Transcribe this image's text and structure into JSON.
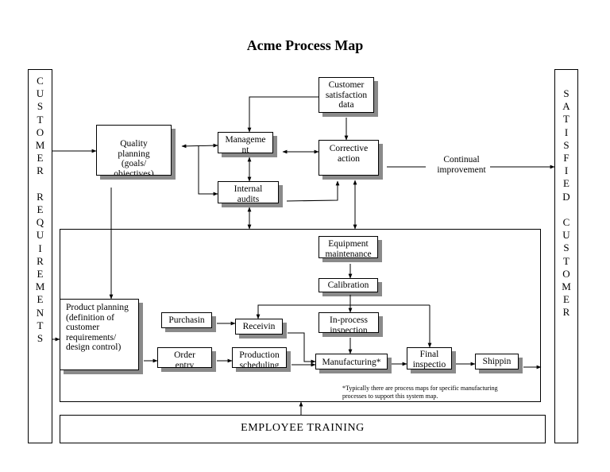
{
  "title": "Acme Process Map",
  "left_bar": "CUSTOMER REQUIREMENTS",
  "right_bar": "SATISFIED CUSTOMER",
  "boxes": {
    "customer_satisfaction": "Customer\nsatisfaction\ndata",
    "quality_planning": "Quality\nplanning\n(goals/\nobjectives)",
    "management": "Manageme\nnt",
    "corrective_action": "Corrective\naction",
    "internal_audits": "Internal\naudits",
    "equipment_maintenance": "Equipment\nmaintenance",
    "calibration": "Calibration",
    "product_planning": "Product planning\n(definition of\ncustomer\nrequirements/\ndesign control)",
    "purchasing": "Purchasin",
    "receiving": "Receivin",
    "in_process_inspection": "In-process\ninspection",
    "order_entry": "Order\nentry",
    "production_scheduling": "Production\nscheduling",
    "manufacturing": "Manufacturing*",
    "final_inspection": "Final\ninspectio",
    "shipping": "Shippin"
  },
  "continual_improvement": "Continual\nimprovement",
  "footnote": "*Typically there are process maps for specific manufacturing\nprocesses to support this system map.",
  "employee_training": "EMPLOYEE  TRAINING"
}
